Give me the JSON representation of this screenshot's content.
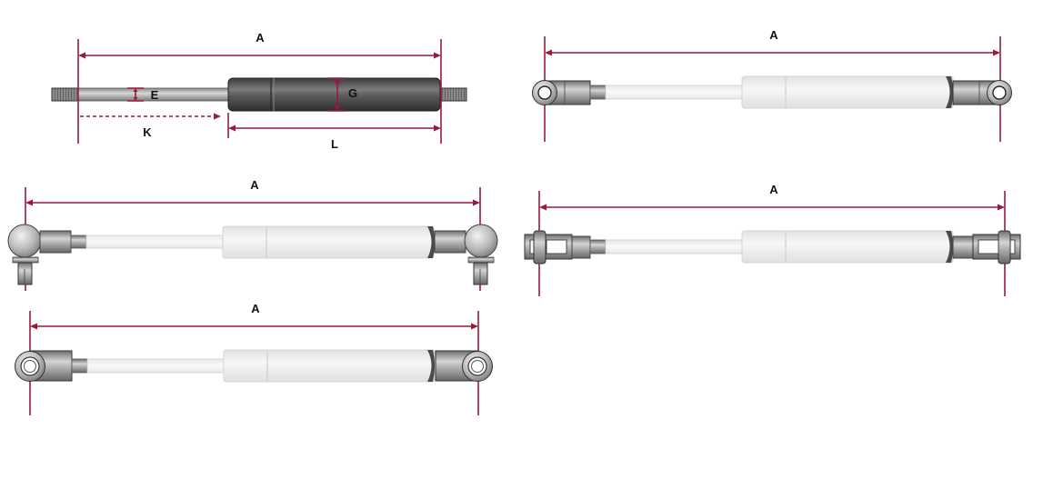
{
  "colors": {
    "dimension_line": "#9a1a3a",
    "dark_cylinder": "#5b5b5b",
    "light_cylinder": "#ececec",
    "rod": "#a9a9a9"
  },
  "drawings": [
    {
      "id": "basic",
      "labels": {
        "overall": "A",
        "rod_diameter": "E",
        "cylinder_diameter": "G",
        "stroke": "K",
        "cylinder_length": "L"
      }
    },
    {
      "id": "ball-socket-right-angle",
      "labels": {
        "overall": "A"
      }
    },
    {
      "id": "eyelet-ends",
      "labels": {
        "overall": "A"
      }
    },
    {
      "id": "eye-ends-top-right",
      "labels": {
        "overall": "A"
      }
    },
    {
      "id": "clevis-ends",
      "labels": {
        "overall": "A"
      }
    }
  ]
}
